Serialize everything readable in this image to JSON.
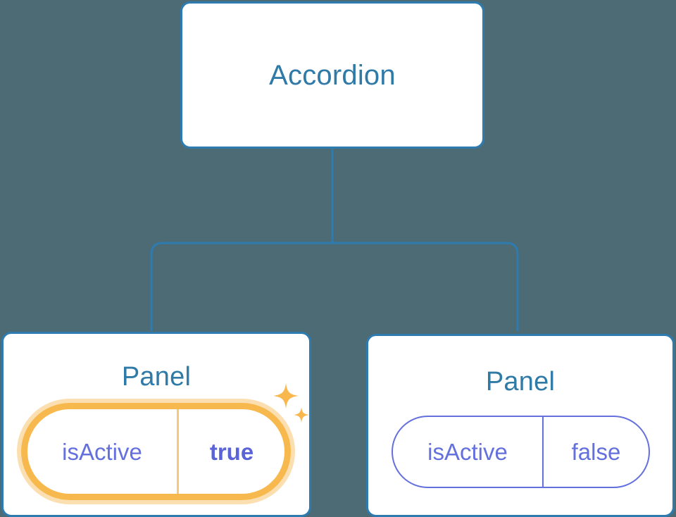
{
  "diagram": {
    "type": "component-tree",
    "background_color": "#4c6b75",
    "node_border_color": "#2e7bb0",
    "node_title_color": "#2f7aa6",
    "prop_color": "#6470dd",
    "highlight_color": "#f7b94d",
    "highlight_glow_color": "#fbdfb0",
    "edge_color": "#2e7bb0"
  },
  "root": {
    "title": "Accordion"
  },
  "panels": [
    {
      "title": "Panel",
      "highlighted": true,
      "prop": {
        "key": "isActive",
        "value": "true"
      },
      "sparkle_label": "sparkles-icon"
    },
    {
      "title": "Panel",
      "highlighted": false,
      "prop": {
        "key": "isActive",
        "value": "false"
      }
    }
  ]
}
